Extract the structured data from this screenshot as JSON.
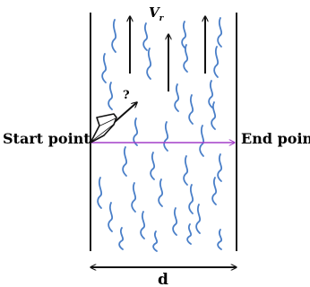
{
  "labels": {
    "start": "Start point",
    "end": "End point",
    "velocity_symbol": "V",
    "velocity_subscript": "r",
    "question": "?",
    "width": "d"
  },
  "colors": {
    "water": "#4a7fc8",
    "path": "#a33fc9",
    "ink": "#111111"
  },
  "icons": {
    "boat": "boat-icon"
  }
}
